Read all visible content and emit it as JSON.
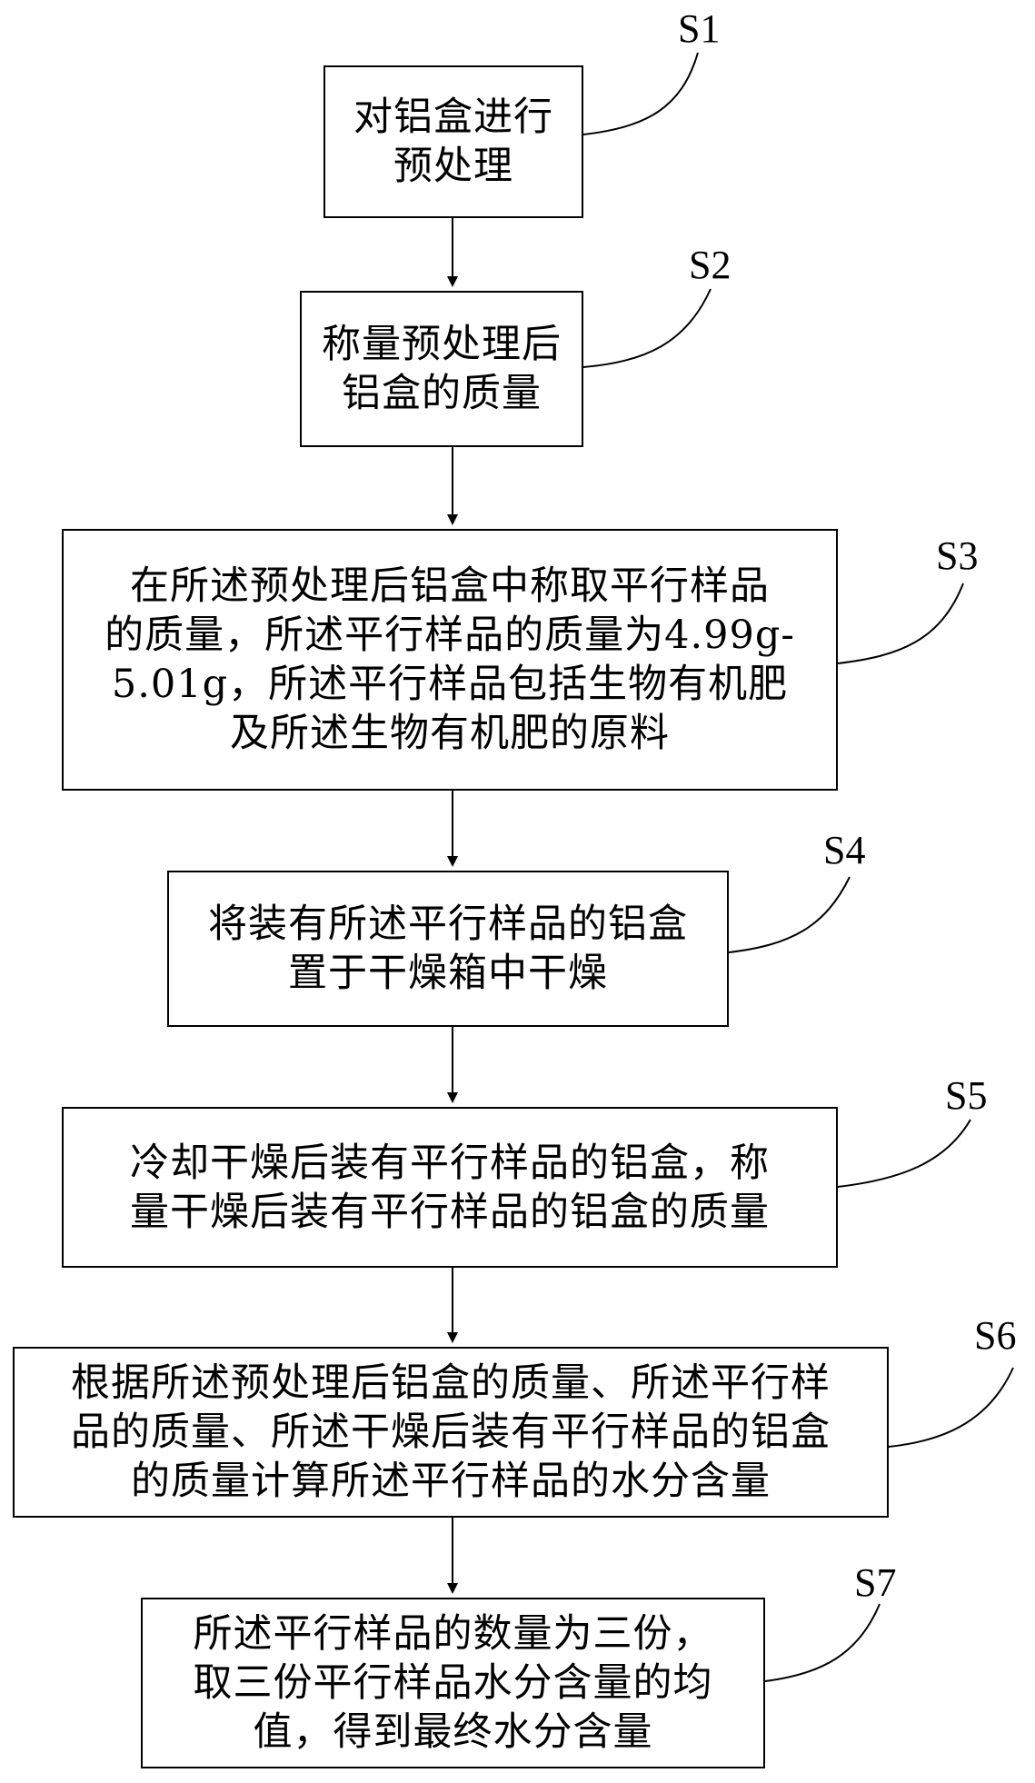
{
  "steps": [
    {
      "id": "S1",
      "lines": [
        "对铝盒进行",
        "预处理"
      ]
    },
    {
      "id": "S2",
      "lines": [
        "称量预处理后",
        "铝盒的质量"
      ]
    },
    {
      "id": "S3",
      "lines": [
        "在所述预处理后铝盒中称取平行样品",
        "的质量，所述平行样品的质量为4.99g-",
        "5.01g，所述平行样品包括生物有机肥",
        "及所述生物有机肥的原料"
      ]
    },
    {
      "id": "S4",
      "lines": [
        "将装有所述平行样品的铝盒",
        "置于干燥箱中干燥"
      ]
    },
    {
      "id": "S5",
      "lines": [
        "冷却干燥后装有平行样品的铝盒，称",
        "量干燥后装有平行样品的铝盒的质量"
      ]
    },
    {
      "id": "S6",
      "lines": [
        "根据所述预处理后铝盒的质量、所述平行样",
        "品的质量、所述干燥后装有平行样品的铝盒",
        "的质量计算所述平行样品的水分含量"
      ]
    },
    {
      "id": "S7",
      "lines": [
        "所述平行样品的数量为三份，",
        "取三份平行样品水分含量的均",
        "值，得到最终水分含量"
      ]
    }
  ]
}
